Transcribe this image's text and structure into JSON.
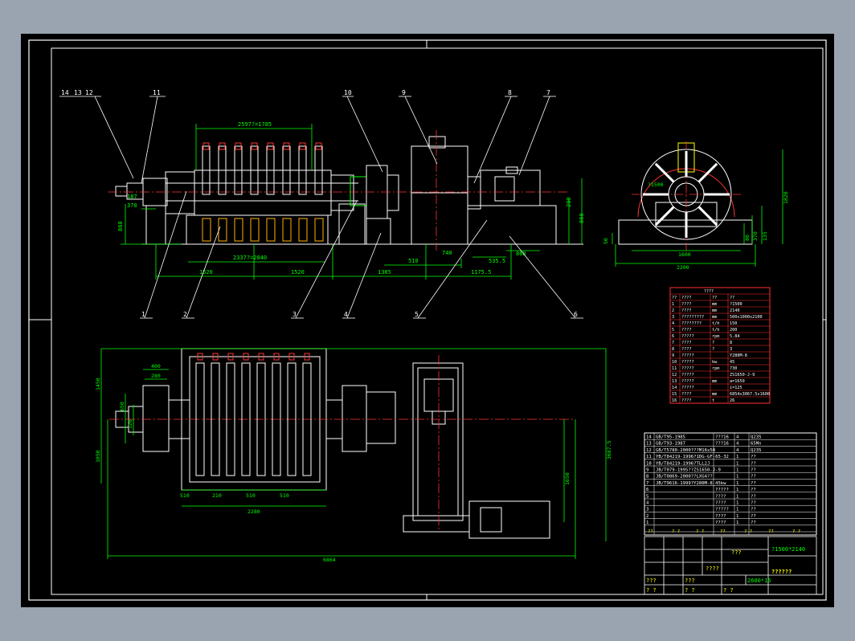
{
  "colors": {
    "background": "#000000",
    "frame": "#ffffff",
    "dimension": "#00ff00",
    "outline": "#ffffff",
    "centerline": "#ff3333",
    "hidden": "#4d6bff",
    "table": "#ff3030",
    "label": "#ffffff",
    "highlight": "#ffff00",
    "viewport": "#9aa4b1"
  },
  "callouts": [
    "14",
    "13",
    "12",
    "11",
    "10",
    "9",
    "8",
    "7",
    "1",
    "2",
    "3",
    "4",
    "5",
    "6"
  ],
  "dimensions": {
    "top_blade": "2597?=1785",
    "bottom_blade": "2337?=2840",
    "d_1520a": "1520",
    "d_1520b": "1520",
    "d_1385": "1385",
    "d_1175": "1175.5",
    "d_510": "510",
    "d_740": "740",
    "d_535": "535.5",
    "d_860": "860",
    "d_370": "370",
    "d_1_87": "187",
    "d_860v": "860",
    "d_290": "290",
    "d_860r": "860",
    "side_1600": "1600",
    "side_2200": "2200",
    "side_1500": "1500",
    "side_50": "50",
    "side_80": "80",
    "side_370": "370",
    "side_135": "135",
    "side_1820": "1820",
    "side_dia": "?1500",
    "plan_400": "400",
    "plan_280": "280",
    "plan_650": "650",
    "plan_1050": "1050",
    "plan_1450": "1450",
    "plan_510a": "510",
    "plan_210": "210",
    "plan_510b": "510",
    "plan_510c": "510",
    "plan_2280": "2280",
    "plan_1650": "1650",
    "plan_3687": "3687.5",
    "plan_6864": "6864",
    "plan_120": "120"
  },
  "param_table": {
    "title": "????",
    "rows": [
      [
        "??",
        "????",
        "??",
        "??"
      ],
      [
        "1",
        "????",
        "mm",
        "?1500"
      ],
      [
        "2",
        "????",
        "mm",
        "2140"
      ],
      [
        "3",
        "?????????",
        "mm",
        "500x1000x2100"
      ],
      [
        "4",
        "????????",
        "t/h",
        "150"
      ],
      [
        "5",
        "????",
        "t/h",
        "200"
      ],
      [
        "6",
        "?????",
        "rpm",
        "5.84"
      ],
      [
        "7",
        "????",
        "?",
        "8"
      ],
      [
        "8",
        "????",
        "?",
        "3"
      ],
      [
        "9",
        "?????",
        "",
        "Y280M-8"
      ],
      [
        "10",
        "?????",
        "kw",
        "45"
      ],
      [
        "11",
        "?????",
        "rpm",
        "730"
      ],
      [
        "12",
        "?????",
        "",
        "ZS1650-J-9"
      ],
      [
        "13",
        "?????",
        "mm",
        "a=1650"
      ],
      [
        "14",
        "?????",
        "",
        "i=125"
      ],
      [
        "15",
        "????",
        "mm",
        "6854x3067.5x1600"
      ],
      [
        "16",
        "????",
        "t",
        "26"
      ]
    ]
  },
  "parts_table": {
    "rows": [
      [
        "14",
        "GB/T95-1985",
        "???16",
        "4",
        "Q235"
      ],
      [
        "13",
        "GB/T93-1987",
        "???16",
        "4",
        "65Mn"
      ],
      [
        "12",
        "GB/T5780-2000???M16x50",
        "",
        "4",
        "Q235"
      ],
      [
        "11",
        "YB/T84219-1996?1DG-GF-65-32",
        "",
        "1",
        "??"
      ],
      [
        "10",
        "YB/T84219-1996?TLL2J",
        "",
        "1",
        "??"
      ],
      [
        "9",
        "JB/T079-1995??ZS1650-J-9",
        "",
        "1",
        "??"
      ],
      [
        "8",
        "JB/T0869-2000??LXG4??",
        "",
        "1",
        "??"
      ],
      [
        "7",
        "JB/T9616-1999?Y280M-8",
        "45kw",
        "1",
        "??"
      ],
      [
        "6",
        "",
        "?????",
        "1",
        "??"
      ],
      [
        "5",
        "",
        "????",
        "1",
        "??"
      ],
      [
        "4",
        "",
        "????",
        "1",
        "??"
      ],
      [
        "3",
        "",
        "?????",
        "1",
        "??"
      ],
      [
        "2",
        "",
        "????",
        "1",
        "??"
      ],
      [
        "1",
        "",
        "????",
        "1",
        "??"
      ]
    ],
    "header": [
      "??",
      "? ?",
      "? ?",
      "??",
      "? ?",
      "??",
      "? ?"
    ]
  },
  "title_block": {
    "assembly": "???",
    "model": "?1500*2140",
    "name": "??????",
    "scale": "2600*15",
    "misc": [
      "????",
      "???",
      "???",
      "? ?",
      "? ?",
      "? ?"
    ]
  }
}
